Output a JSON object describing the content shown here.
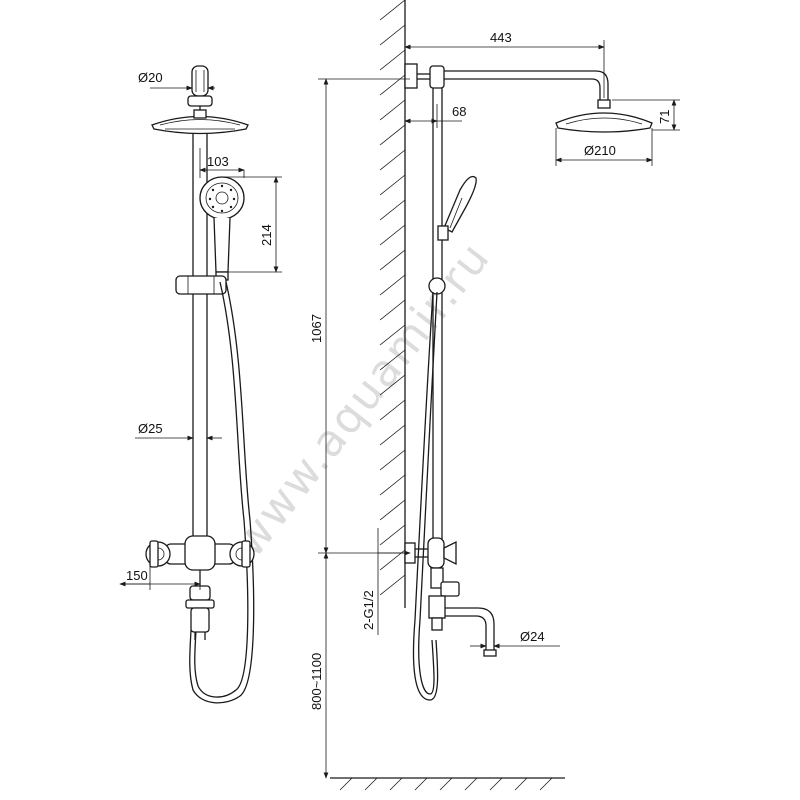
{
  "watermark": "www.aquamir.ru",
  "front_view": {
    "dims": {
      "arm_diameter": "Ø20",
      "handshower_width": "103",
      "handshower_length": "214",
      "riser_diameter": "Ø25",
      "mixer_width": "150"
    }
  },
  "side_view": {
    "dims": {
      "arm_projection": "443",
      "wall_offset": "68",
      "head_height": "71",
      "head_diameter": "Ø210",
      "riser_height": "1067",
      "connection_thread": "2-G1/2",
      "spout_diameter": "Ø24",
      "mount_height": "800~1100"
    }
  }
}
